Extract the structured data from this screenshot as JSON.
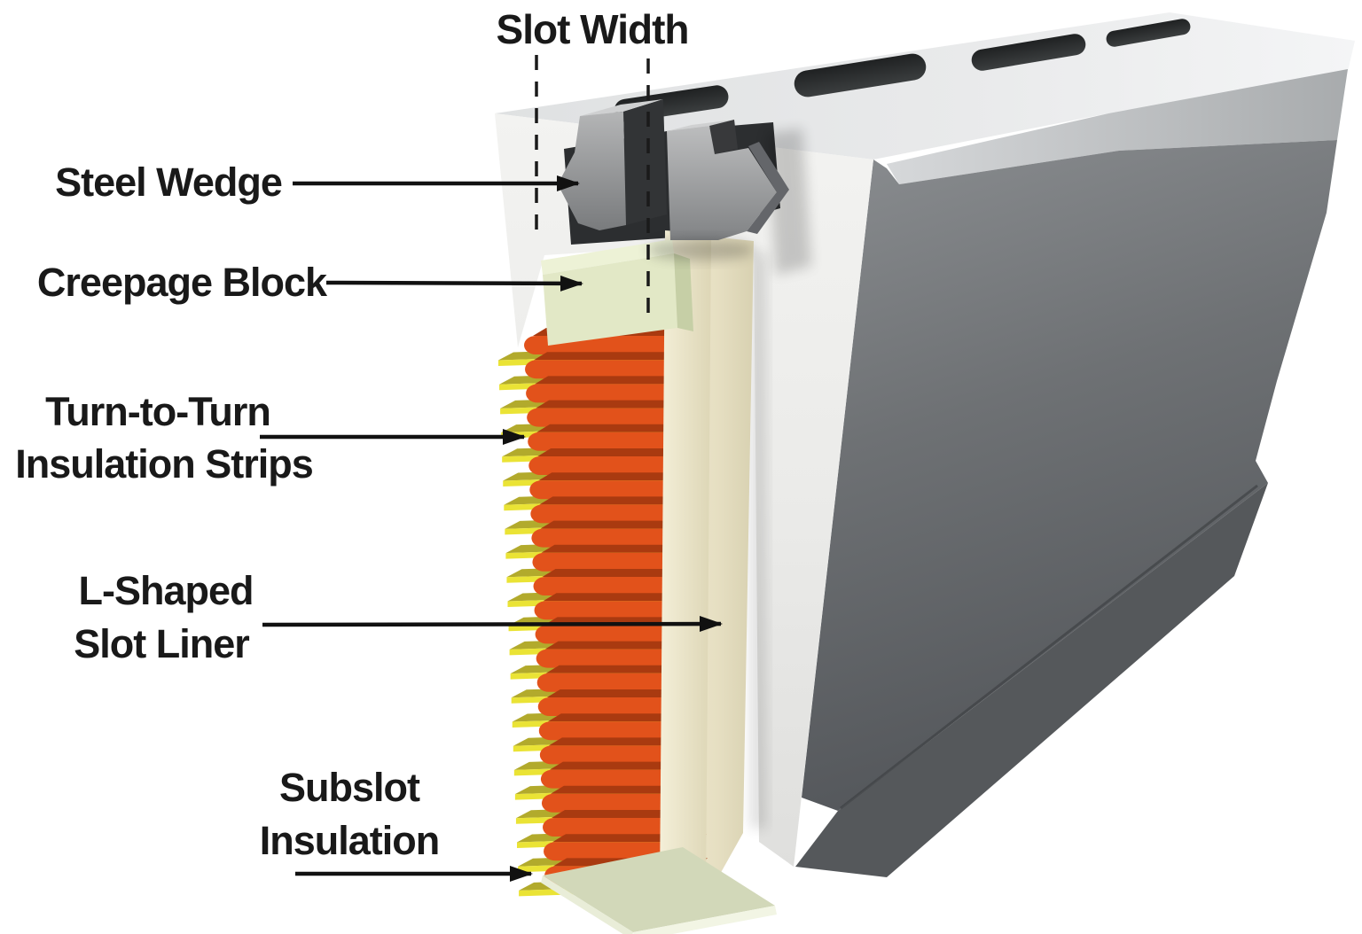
{
  "diagram": {
    "title": "Slot Width",
    "labels": {
      "slot_width": "Slot Width",
      "steel_wedge": "Steel Wedge",
      "creepage_block": "Creepage Block",
      "turn_to_turn_1": "Turn-to-Turn",
      "turn_to_turn_2": "Insulation Strips",
      "l_shaped_1": "L-Shaped",
      "l_shaped_2": "Slot Liner",
      "subslot_1": "Subslot",
      "subslot_2": "Insulation"
    },
    "coil": {
      "turns": 23
    },
    "palette": {
      "label_color": "#191919",
      "arrow_color": "#111111",
      "stator_top_light": "#f2f3f4",
      "stator_top_dark": "#d6d8da",
      "cut_face_light": "#f2f2f0",
      "cut_face_dark": "#dddddb",
      "chamfer_light": "#d6d8da",
      "chamfer_dark": "#a8abad",
      "dark_face_light": "#8b8e91",
      "dark_face_dark": "#53565a",
      "step_band": "#55585b",
      "vent_slot": "#242627",
      "slot_gap": "#2c2e30",
      "wedge_face_light": "#b7b8b9",
      "wedge_face_dark": "#7d7f81",
      "wedge_side": "#323436",
      "wedge_top": "#cfd0d1",
      "wedge_edge": "#64666a",
      "creepage_top": "#edf2d6",
      "creepage_front": "#e2e8c6",
      "creepage_side": "#c6cfa6",
      "liner_light": "#f0ead0",
      "liner_dark": "#d8d1b1",
      "conductor_front": "#e2521b",
      "conductor_top": "#a93a10",
      "strip_front": "#eae335",
      "strip_top": "#b2aa2c",
      "plate_top": "#d2d8b9",
      "plate_edge": "#e9edd8"
    }
  }
}
